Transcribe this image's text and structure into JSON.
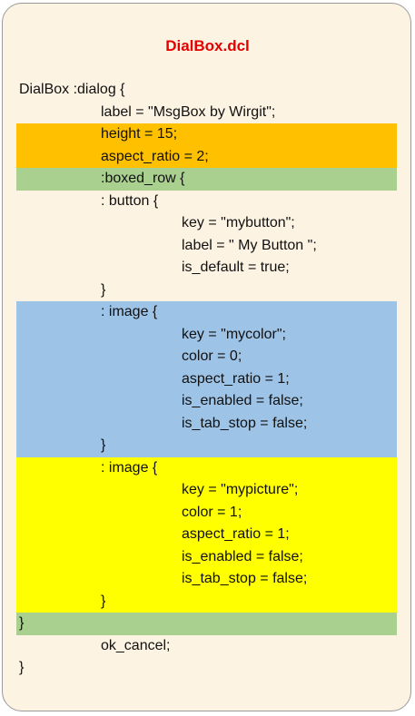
{
  "title": "DialBox.dcl",
  "colors": {
    "orange": "#ffc000",
    "green": "#a9d08e",
    "blue": "#9dc3e6",
    "yellow": "#ffff00",
    "title": "#e60000",
    "card": "#fdf3e3"
  },
  "lines": [
    {
      "text": "DialBox :dialog {",
      "indent": 0,
      "hl": ""
    },
    {
      "text": "label = \"MsgBox by Wirgit\";",
      "indent": 1,
      "hl": ""
    },
    {
      "text": "height = 15;",
      "indent": 1,
      "hl": "orange"
    },
    {
      "text": "aspect_ratio = 2;",
      "indent": 1,
      "hl": "orange"
    },
    {
      "text": ":boxed_row {",
      "indent": 1,
      "hl": "green"
    },
    {
      "text": ": button {",
      "indent": 1,
      "hl": ""
    },
    {
      "text": "key = \"mybutton\";",
      "indent": 2,
      "hl": ""
    },
    {
      "text": "label = \" My Button \";",
      "indent": 2,
      "hl": ""
    },
    {
      "text": "is_default = true;",
      "indent": 2,
      "hl": ""
    },
    {
      "text": "}",
      "indent": 1,
      "hl": ""
    },
    {
      "text": ": image {",
      "indent": 1,
      "hl": "blue"
    },
    {
      "text": "key = \"mycolor\";",
      "indent": 2,
      "hl": "blue"
    },
    {
      "text": "color = 0;",
      "indent": 2,
      "hl": "blue"
    },
    {
      "text": "aspect_ratio = 1;",
      "indent": 2,
      "hl": "blue"
    },
    {
      "text": "is_enabled = false;",
      "indent": 2,
      "hl": "blue"
    },
    {
      "text": "is_tab_stop = false;",
      "indent": 2,
      "hl": "blue"
    },
    {
      "text": "}",
      "indent": 1,
      "hl": "blue"
    },
    {
      "text": ": image {",
      "indent": 1,
      "hl": "yellow"
    },
    {
      "text": "key = \"mypicture\";",
      "indent": 2,
      "hl": "yellow"
    },
    {
      "text": "color = 1;",
      "indent": 2,
      "hl": "yellow"
    },
    {
      "text": "aspect_ratio = 1;",
      "indent": 2,
      "hl": "yellow"
    },
    {
      "text": "is_enabled = false;",
      "indent": 2,
      "hl": "yellow"
    },
    {
      "text": "is_tab_stop = false;",
      "indent": 2,
      "hl": "yellow"
    },
    {
      "text": "}",
      "indent": 1,
      "hl": "yellow"
    },
    {
      "text": "}",
      "indent": 0,
      "hl": "green"
    },
    {
      "text": "ok_cancel;",
      "indent": 1,
      "hl": ""
    },
    {
      "text": "}",
      "indent": 0,
      "hl": ""
    }
  ]
}
